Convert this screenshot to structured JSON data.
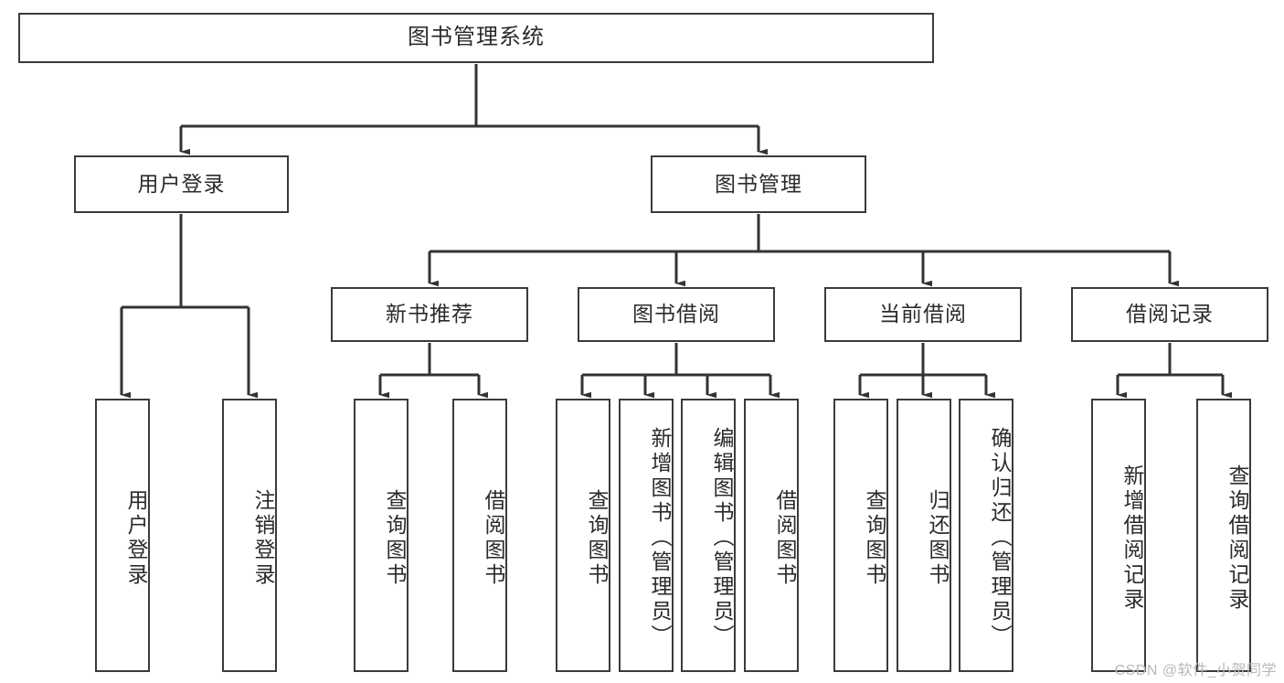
{
  "diagram": {
    "title": "图书管理系统",
    "type": "tree",
    "root": {
      "label": "图书管理系统"
    },
    "level2": [
      {
        "label": "用户登录"
      },
      {
        "label": "图书管理"
      }
    ],
    "level3": [
      {
        "label": "新书推荐"
      },
      {
        "label": "图书借阅"
      },
      {
        "label": "当前借阅"
      },
      {
        "label": "借阅记录"
      }
    ],
    "leaves": {
      "user_login": [
        {
          "label": "用户登录"
        },
        {
          "label": "注销登录"
        }
      ],
      "new_book_recommend": [
        {
          "label": "查询图书"
        },
        {
          "label": "借阅图书"
        }
      ],
      "book_borrow": [
        {
          "label": "查询图书"
        },
        {
          "label": "新增图书（管理员）"
        },
        {
          "label": "编辑图书（管理员）"
        },
        {
          "label": "借阅图书"
        }
      ],
      "current_borrow": [
        {
          "label": "查询图书"
        },
        {
          "label": "归还图书"
        },
        {
          "label": "确认归还（管理员）"
        }
      ],
      "borrow_record": [
        {
          "label": "新增借阅记录"
        },
        {
          "label": "查询借阅记录"
        }
      ]
    }
  },
  "watermark": {
    "text": "CSDN @软件_小贺同学"
  },
  "colors": {
    "border": "#3b3b3b",
    "text": "#2b2b2b",
    "background": "#ffffff",
    "watermark": "#b9b9b9"
  }
}
